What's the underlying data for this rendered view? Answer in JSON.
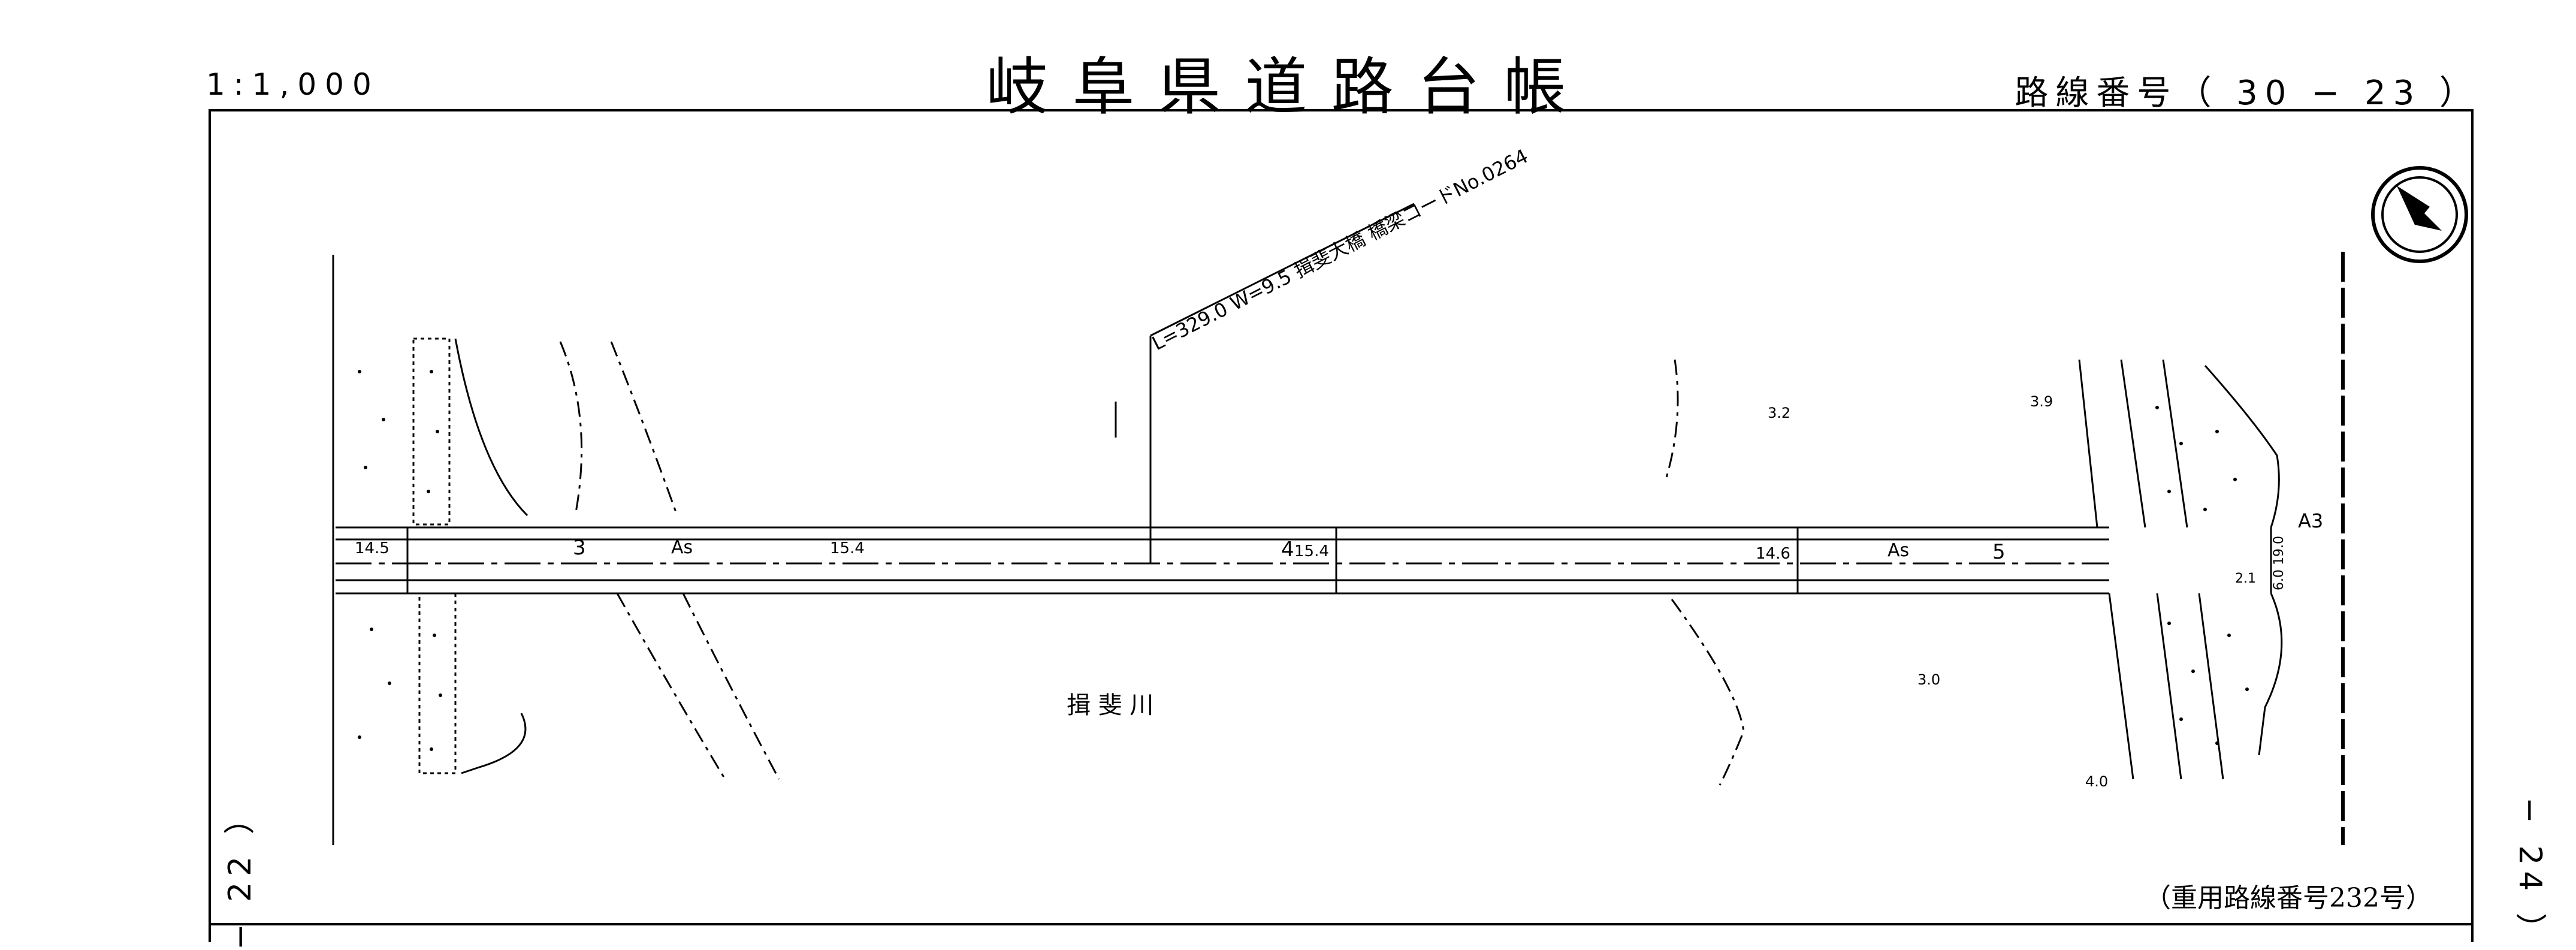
{
  "header": {
    "scale": "1:1,000",
    "title": "岐阜県道路台帳",
    "route_number": "路線番号（ 30 − 23 ）"
  },
  "adjacent_sheets": {
    "left": "−  22  ）",
    "right": "−  24  ）"
  },
  "footer_note": "（重用路線番号232号）",
  "map_labels": {
    "bridge": "L=329.0  W=9.5  揖斐大橋  橋梁コードNo.0264",
    "river": "揖 斐 川",
    "width_145": "14.5",
    "width_154": "15.4",
    "width_154b": "15.4",
    "width_146": "14.6",
    "station_3": "3",
    "station_4": "4",
    "station_5": "5",
    "surface_as_1": "As",
    "surface_as_2": "As",
    "abutment": "A3",
    "spot_32": "3.2",
    "spot_39": "3.9",
    "spot_30": "3.0",
    "spot_40": "4.0",
    "spot_21": "2.1",
    "widths_right": "6.0  19.0"
  },
  "colors": {
    "ink": "#000000",
    "paper": "#ffffff"
  }
}
